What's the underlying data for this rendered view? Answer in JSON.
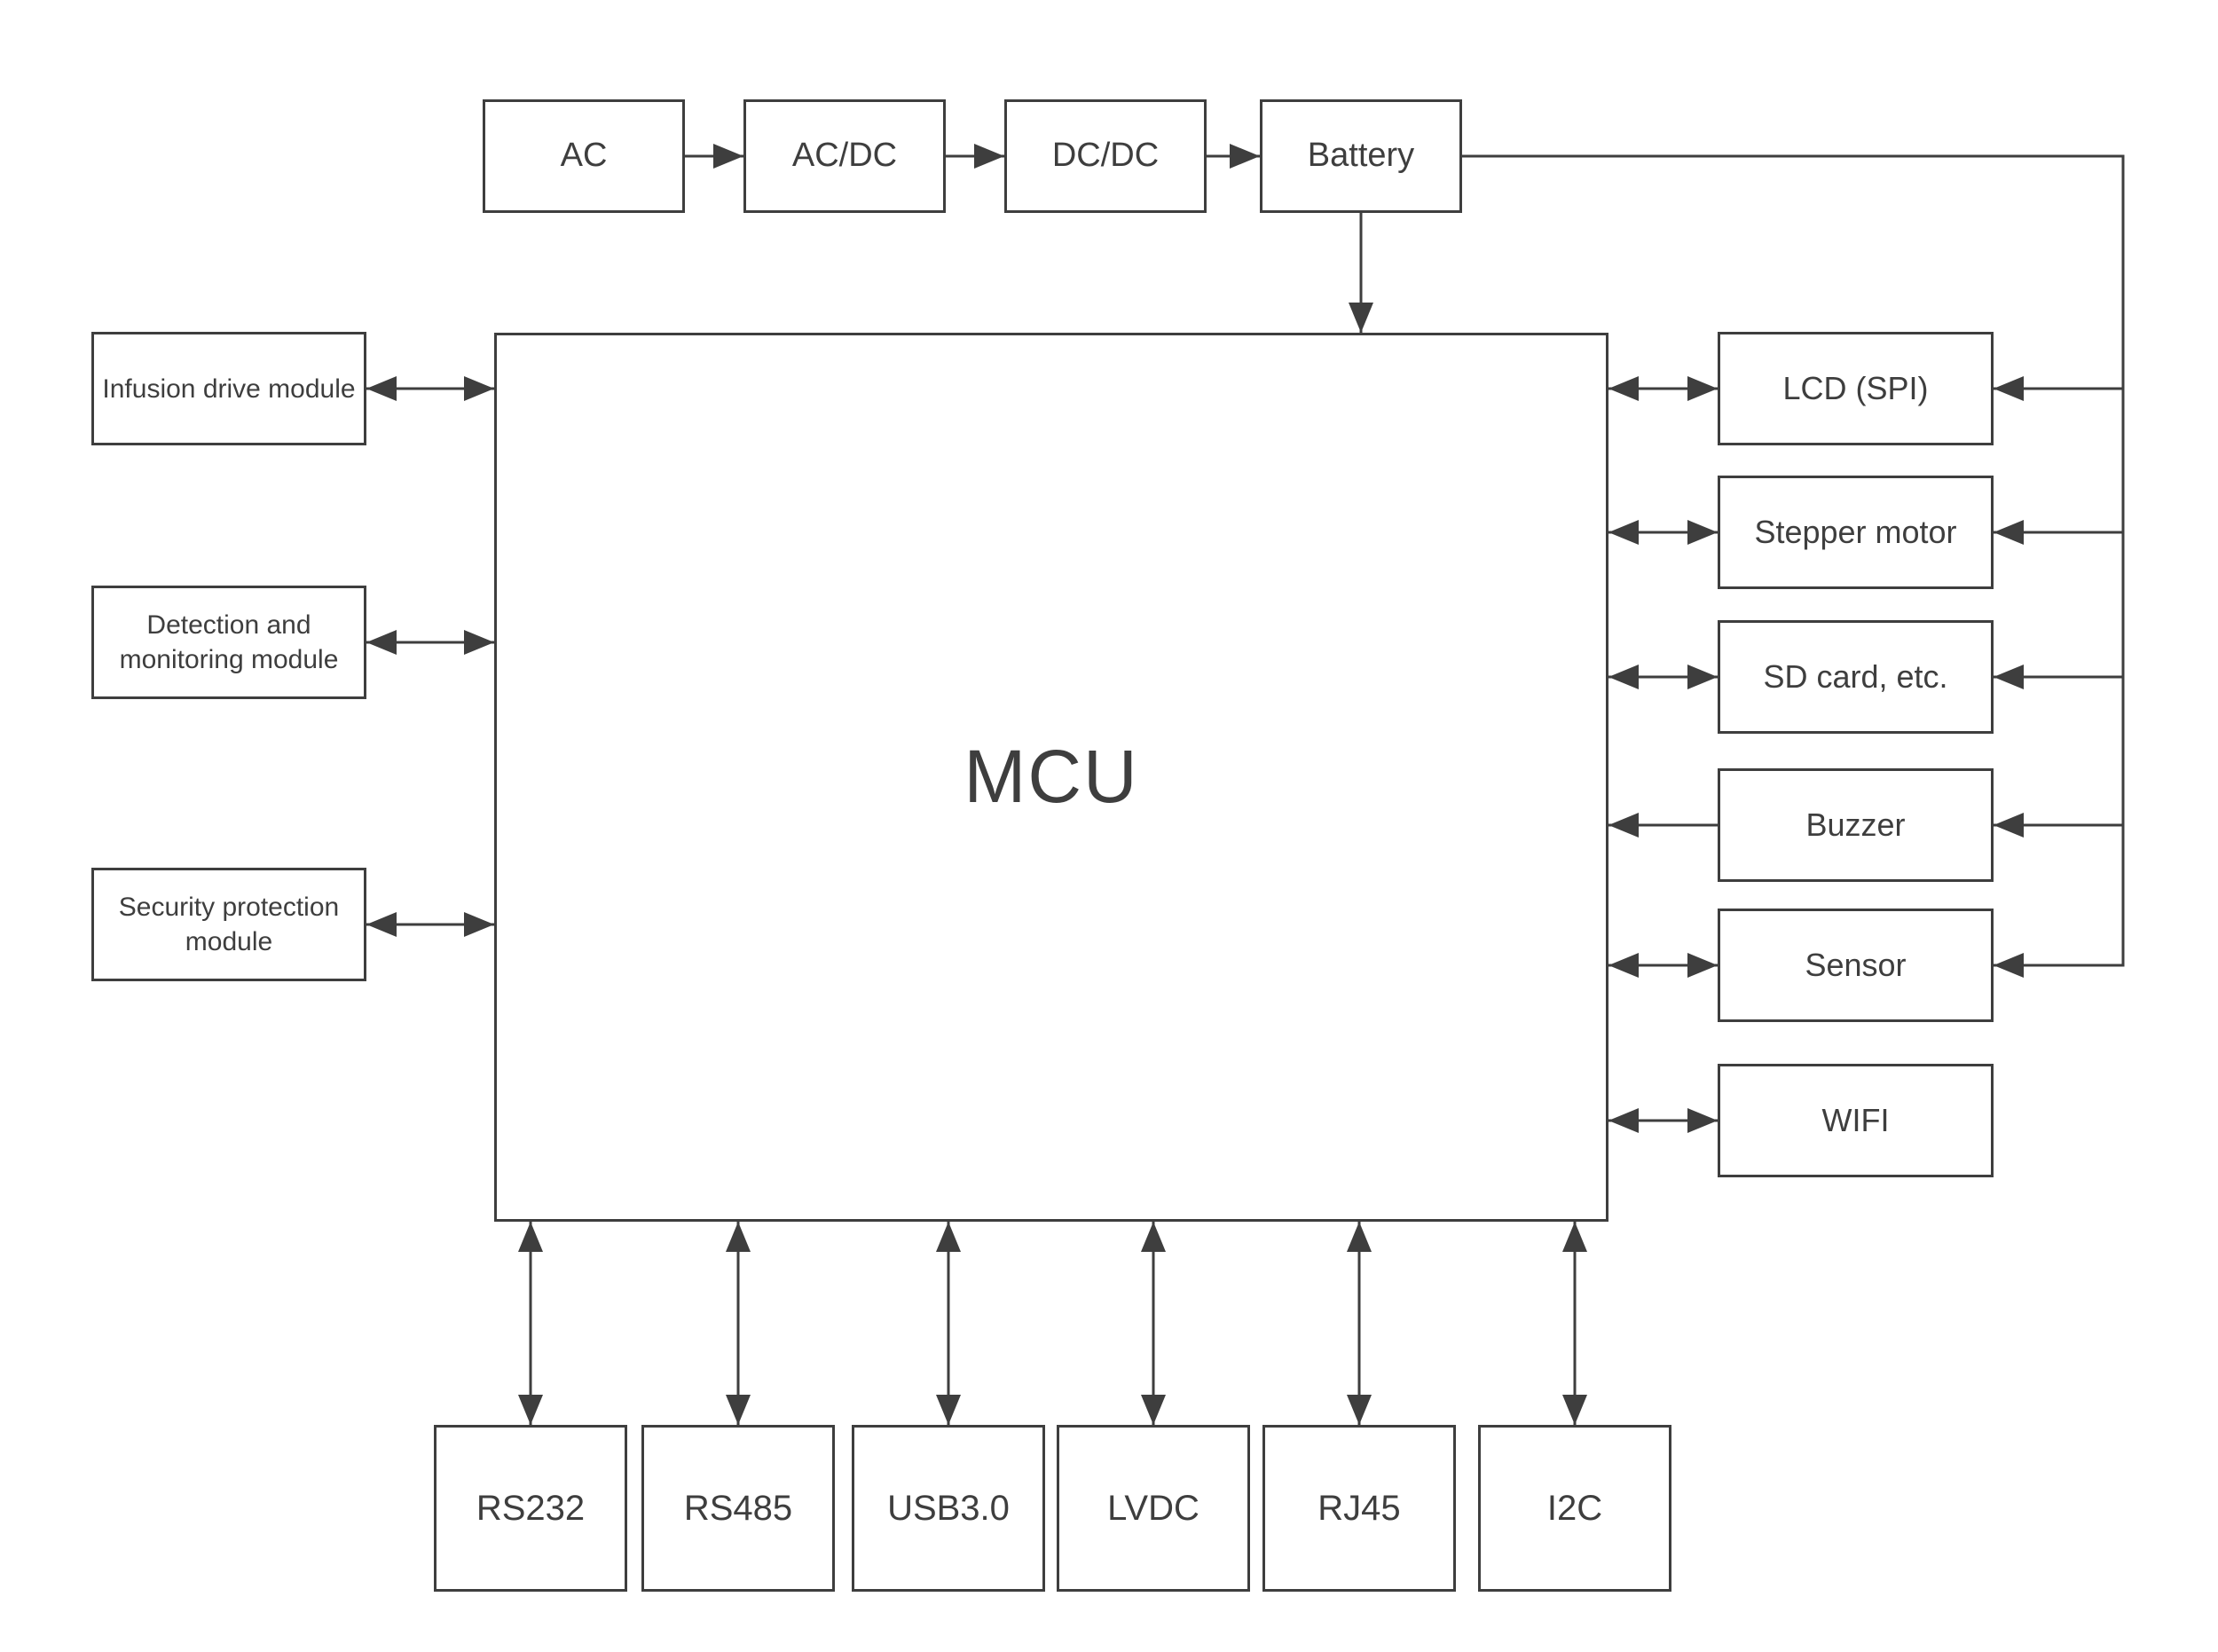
{
  "diagram": {
    "type": "block-diagram",
    "background_color": "#ffffff",
    "line_color": "#3e3e3e",
    "text_color": "#3e3e3e",
    "mcu": {
      "label": "MCU"
    },
    "power_chain": {
      "ac": "AC",
      "ac_dc": "AC/DC",
      "dc_dc": "DC/DC",
      "battery": "Battery"
    },
    "left_modules": [
      "Infusion drive module",
      "Detection and monitoring module",
      "Security protection module"
    ],
    "right_modules": [
      "LCD (SPI)",
      "Stepper motor",
      "SD card, etc.",
      "Buzzer",
      "Sensor",
      "WIFI"
    ],
    "bottom_interfaces": [
      "RS232",
      "RS485",
      "USB3.0",
      "LVDC",
      "RJ45",
      "I2C"
    ],
    "connections": [
      {
        "from": "AC",
        "to": "AC/DC",
        "type": "arrow"
      },
      {
        "from": "AC/DC",
        "to": "DC/DC",
        "type": "arrow"
      },
      {
        "from": "DC/DC",
        "to": "Battery",
        "type": "arrow"
      },
      {
        "from": "Battery",
        "to": "MCU",
        "type": "arrow"
      },
      {
        "from": "Battery",
        "to": "LCD (SPI)",
        "type": "arrow"
      },
      {
        "from": "Battery",
        "to": "Stepper motor",
        "type": "arrow"
      },
      {
        "from": "Battery",
        "to": "SD card, etc.",
        "type": "arrow"
      },
      {
        "from": "Battery",
        "to": "Buzzer",
        "type": "arrow"
      },
      {
        "from": "Battery",
        "to": "Sensor",
        "type": "arrow"
      },
      {
        "from": "MCU",
        "to": "Infusion drive module",
        "type": "bidirectional"
      },
      {
        "from": "MCU",
        "to": "Detection and monitoring module",
        "type": "bidirectional"
      },
      {
        "from": "MCU",
        "to": "Security protection module",
        "type": "bidirectional"
      },
      {
        "from": "MCU",
        "to": "LCD (SPI)",
        "type": "bidirectional"
      },
      {
        "from": "MCU",
        "to": "Stepper motor",
        "type": "bidirectional"
      },
      {
        "from": "MCU",
        "to": "SD card, etc.",
        "type": "bidirectional"
      },
      {
        "from": "Buzzer",
        "to": "MCU",
        "type": "arrow"
      },
      {
        "from": "MCU",
        "to": "Sensor",
        "type": "bidirectional"
      },
      {
        "from": "MCU",
        "to": "WIFI",
        "type": "bidirectional"
      },
      {
        "from": "MCU",
        "to": "RS232",
        "type": "bidirectional"
      },
      {
        "from": "MCU",
        "to": "RS485",
        "type": "bidirectional"
      },
      {
        "from": "MCU",
        "to": "USB3.0",
        "type": "bidirectional"
      },
      {
        "from": "MCU",
        "to": "LVDC",
        "type": "bidirectional"
      },
      {
        "from": "MCU",
        "to": "RJ45",
        "type": "bidirectional"
      },
      {
        "from": "MCU",
        "to": "I2C",
        "type": "bidirectional"
      }
    ]
  }
}
